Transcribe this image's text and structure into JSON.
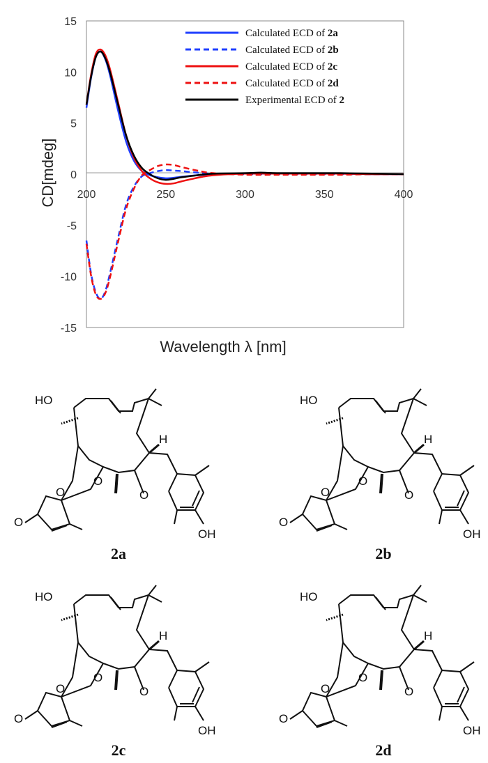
{
  "chart_data": {
    "type": "line",
    "title": "",
    "xlabel": "Wavelength λ [nm]",
    "ylabel": "CD[mdeg]",
    "xlim": [
      200,
      400
    ],
    "ylim": [
      -15,
      15
    ],
    "xticks": [
      200,
      250,
      300,
      350,
      400
    ],
    "yticks": [
      -15,
      -10,
      -5,
      0,
      5,
      10,
      15
    ],
    "grid": false,
    "legend_position": "top-right",
    "series": [
      {
        "name": "Calculated ECD of 2a",
        "name_prefix": "Calculated  ECD of ",
        "name_bold": "2a",
        "color": "#1f3fff",
        "dash": "solid",
        "x": [
          200,
          203,
          206,
          209,
          212,
          215,
          220,
          225,
          230,
          235,
          240,
          245,
          250,
          255,
          260,
          270,
          280,
          300,
          320,
          340,
          360,
          380,
          400
        ],
        "y": [
          6.5,
          9.5,
          11.5,
          12.0,
          11.2,
          9.6,
          6.2,
          3.2,
          1.3,
          0.3,
          -0.1,
          -0.3,
          -0.4,
          -0.35,
          -0.25,
          -0.1,
          0.0,
          0.05,
          0.05,
          0.05,
          0.05,
          0.0,
          0.0
        ]
      },
      {
        "name": "Calculated ECD of 2b",
        "name_prefix": "Calculated  ECD of ",
        "name_bold": "2b",
        "color": "#1f3fff",
        "dash": "dashed",
        "x": [
          200,
          203,
          206,
          209,
          212,
          215,
          220,
          225,
          230,
          235,
          240,
          245,
          250,
          255,
          260,
          270,
          280,
          300,
          320,
          340,
          360,
          380,
          400
        ],
        "y": [
          -6.5,
          -9.8,
          -11.6,
          -12.2,
          -11.4,
          -9.6,
          -6.2,
          -3.0,
          -1.2,
          -0.2,
          0.1,
          0.3,
          0.4,
          0.35,
          0.3,
          0.15,
          0.05,
          0.0,
          0.0,
          0.0,
          0.0,
          0.0,
          0.0
        ]
      },
      {
        "name": "Calculated ECD of 2c",
        "name_prefix": "Calculated  ECD of ",
        "name_bold": "2c",
        "color": "#ee1111",
        "dash": "solid",
        "x": [
          200,
          203,
          206,
          209,
          212,
          215,
          220,
          225,
          230,
          235,
          240,
          245,
          250,
          255,
          260,
          270,
          280,
          300,
          320,
          340,
          360,
          380,
          400
        ],
        "y": [
          6.8,
          9.8,
          11.8,
          12.2,
          11.6,
          10.2,
          7.0,
          3.8,
          1.6,
          0.3,
          -0.4,
          -0.8,
          -0.95,
          -0.9,
          -0.7,
          -0.35,
          -0.1,
          0.05,
          0.05,
          0.05,
          0.05,
          0.0,
          0.0
        ]
      },
      {
        "name": "Calculated ECD of 2d",
        "name_prefix": "Calculated  ECD of ",
        "name_bold": "2d",
        "color": "#ee1111",
        "dash": "dashed",
        "x": [
          200,
          203,
          206,
          209,
          212,
          215,
          220,
          225,
          230,
          235,
          240,
          245,
          250,
          255,
          260,
          270,
          280,
          300,
          320,
          340,
          360,
          380,
          400
        ],
        "y": [
          -6.8,
          -10.0,
          -11.8,
          -12.2,
          -11.6,
          -10.0,
          -6.6,
          -3.4,
          -1.4,
          -0.1,
          0.4,
          0.8,
          0.95,
          0.9,
          0.7,
          0.35,
          0.1,
          -0.05,
          -0.05,
          -0.05,
          -0.05,
          0.0,
          0.0
        ]
      },
      {
        "name": "Experimental ECD of 2",
        "name_prefix": "Experimental  ECD of ",
        "name_bold": "2",
        "color": "#000000",
        "dash": "solid",
        "x": [
          200,
          203,
          206,
          209,
          212,
          215,
          220,
          225,
          230,
          235,
          240,
          245,
          250,
          255,
          260,
          270,
          280,
          300,
          310,
          320,
          340,
          360,
          380,
          400
        ],
        "y": [
          6.8,
          9.6,
          11.5,
          12.0,
          11.3,
          9.9,
          6.8,
          3.8,
          1.8,
          0.6,
          0.0,
          -0.4,
          -0.55,
          -0.45,
          -0.3,
          -0.1,
          0.05,
          0.1,
          0.15,
          0.1,
          0.1,
          0.1,
          0.05,
          0.0
        ]
      }
    ]
  },
  "structures": [
    {
      "label": "2a"
    },
    {
      "label": "2b"
    },
    {
      "label": "2c"
    },
    {
      "label": "2d"
    }
  ],
  "atom_labels": {
    "ho": "HO",
    "oh": "OH",
    "h": "H",
    "o": "O"
  }
}
